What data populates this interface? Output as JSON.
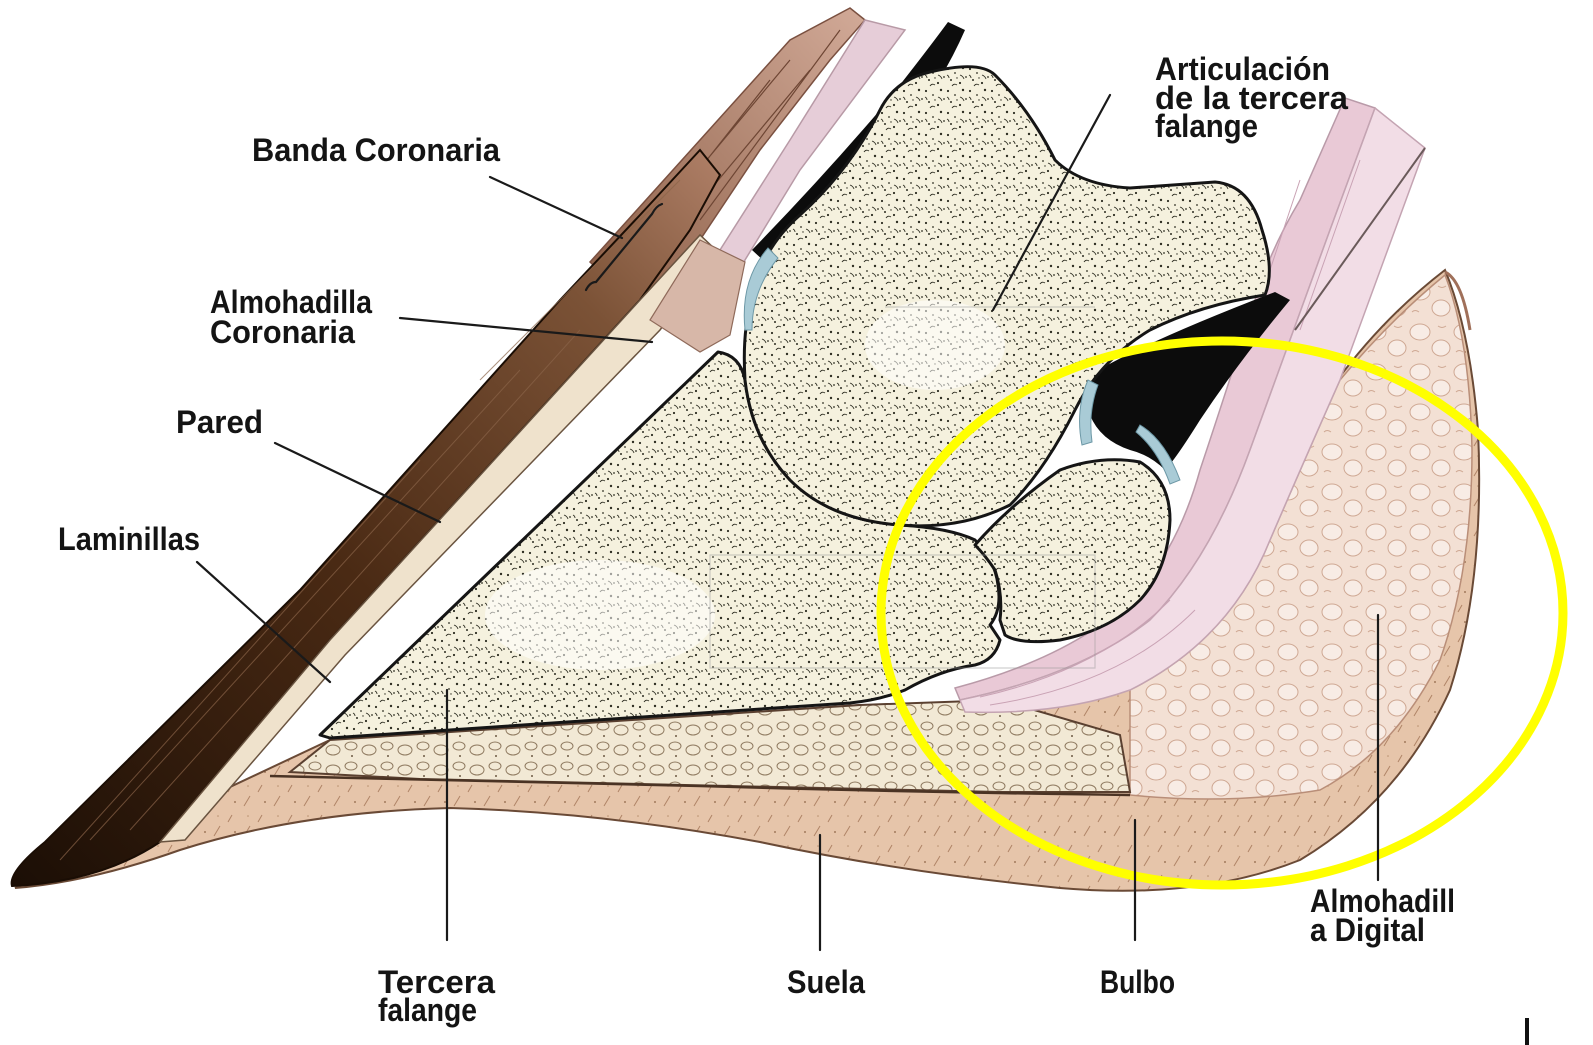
{
  "diagram": {
    "labels": {
      "banda_coronaria": "Banda Coronaria",
      "almohadilla_coronaria": [
        "Almohadilla",
        "Coronaria"
      ],
      "pared": "Pared",
      "laminillas": "Laminillas",
      "articulacion_tercera_falange": [
        "Articulación",
        "de la tercera",
        "falange"
      ],
      "tercera_falange": [
        "Tercera",
        "falange"
      ],
      "suela": "Suela",
      "bulbo": "Bulbo",
      "almohadilla_digital": [
        "Almohadill",
        "a Digital"
      ]
    },
    "highlight": {
      "color": "#ffff00"
    }
  }
}
